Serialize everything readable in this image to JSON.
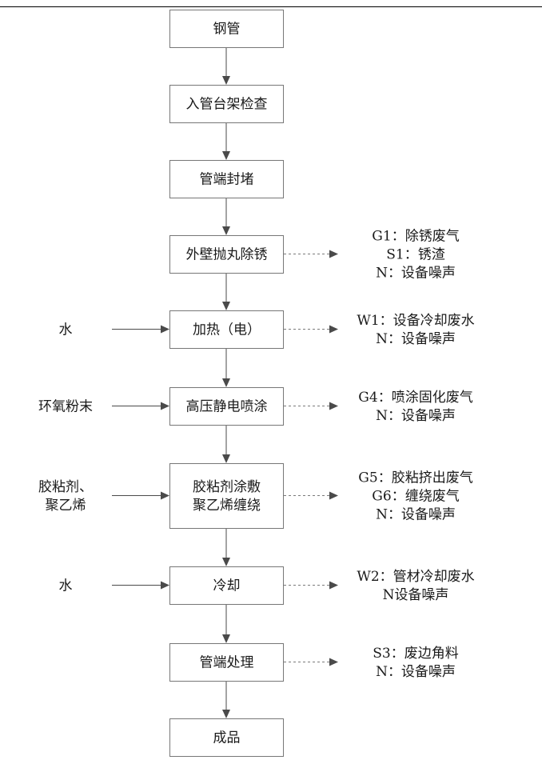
{
  "steps": [
    {
      "lines": [
        "钢管"
      ]
    },
    {
      "lines": [
        "入管台架检查"
      ]
    },
    {
      "lines": [
        "管端封堵"
      ]
    },
    {
      "lines": [
        "外壁抛丸除锈"
      ]
    },
    {
      "lines": [
        "加热（电）"
      ]
    },
    {
      "lines": [
        "高压静电喷涂"
      ]
    },
    {
      "lines": [
        "胶粘剂涂敷",
        "聚乙烯缠绕"
      ]
    },
    {
      "lines": [
        "冷却"
      ]
    },
    {
      "lines": [
        "管端处理"
      ]
    },
    {
      "lines": [
        "成品"
      ]
    }
  ],
  "inputs": [
    {
      "step": 4,
      "lines": [
        "水"
      ]
    },
    {
      "step": 5,
      "lines": [
        "环氧粉末"
      ]
    },
    {
      "step": 6,
      "lines": [
        "胶粘剂、",
        "聚乙烯"
      ]
    },
    {
      "step": 7,
      "lines": [
        "水"
      ]
    }
  ],
  "outputs": [
    {
      "step": 3,
      "lines": [
        "G1：除锈废气",
        "S1：锈渣",
        "N：设备噪声"
      ]
    },
    {
      "step": 4,
      "lines": [
        "W1：设备冷却废水",
        "N：设备噪声"
      ]
    },
    {
      "step": 5,
      "lines": [
        "G4：喷涂固化废气",
        "N：设备噪声"
      ]
    },
    {
      "step": 6,
      "lines": [
        "G5：胶粘挤出废气",
        "G6：缠绕废气",
        "N：设备噪声"
      ]
    },
    {
      "step": 7,
      "lines": [
        "W2：管材冷却废水",
        "N设备噪声"
      ]
    },
    {
      "step": 8,
      "lines": [
        "S3：废边角料",
        "N：设备噪声"
      ]
    }
  ]
}
